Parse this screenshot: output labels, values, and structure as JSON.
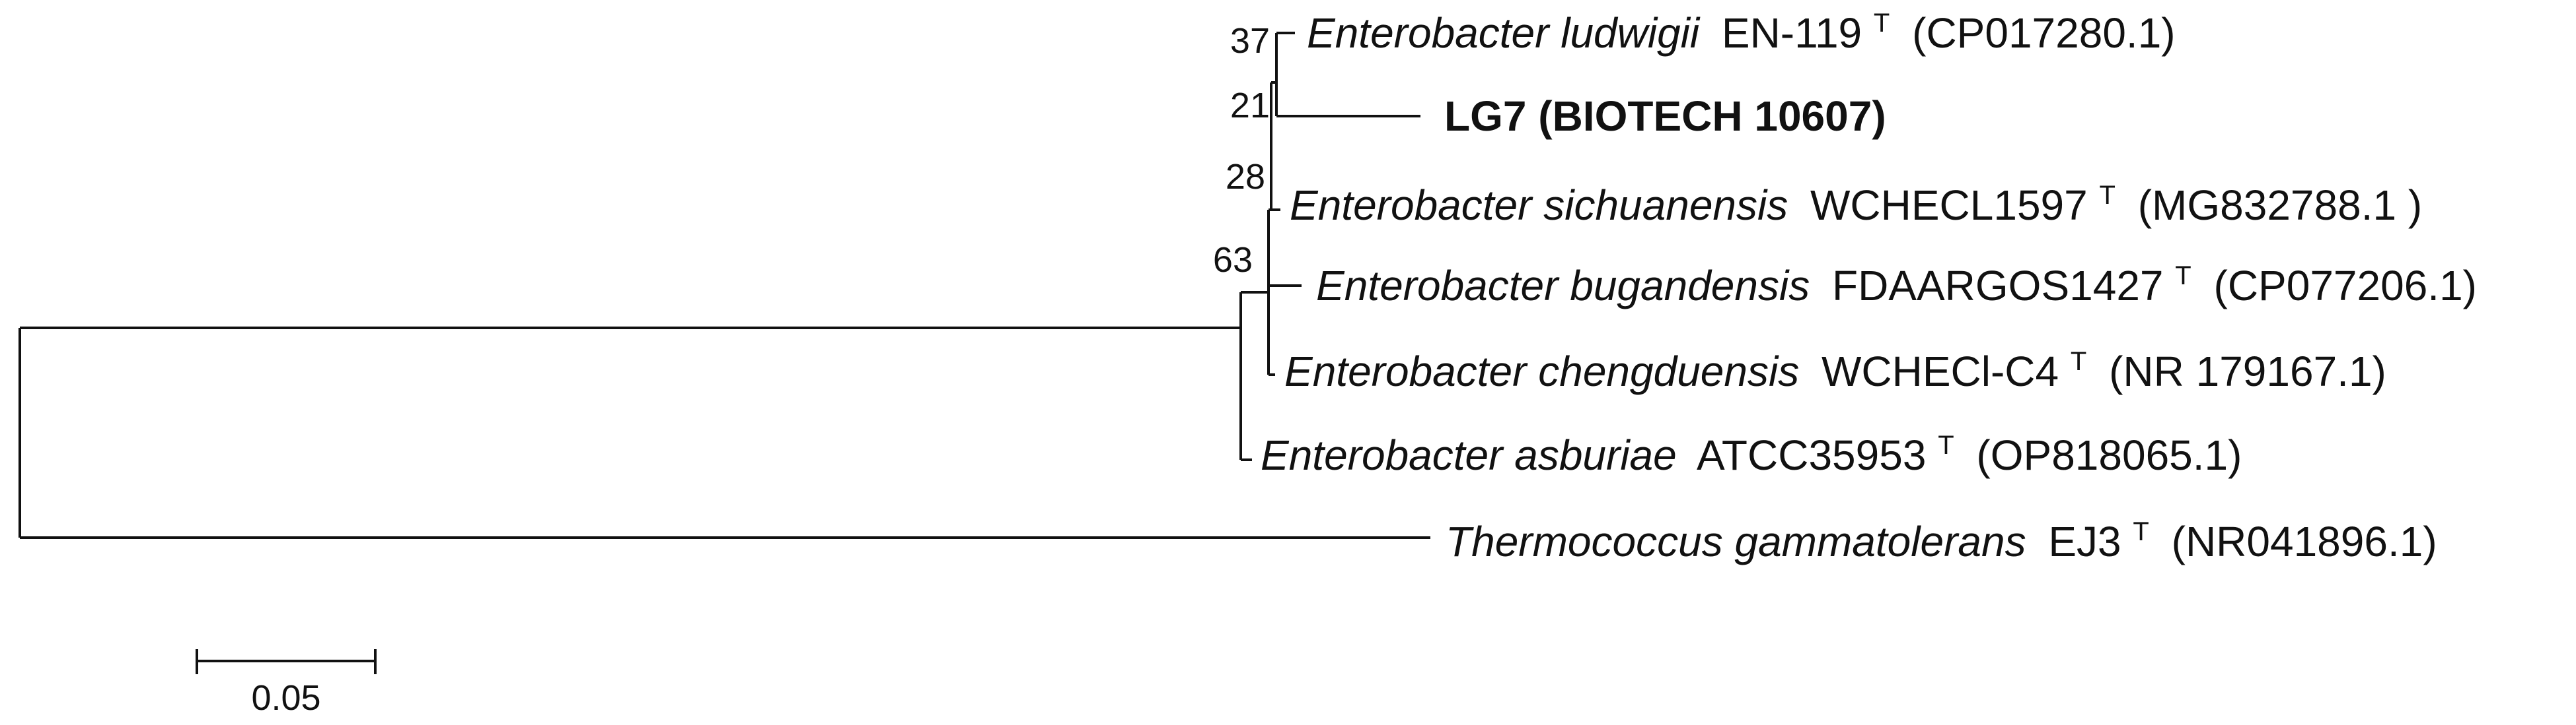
{
  "figure": {
    "tree_type": "phylogenetic tree",
    "taxa": [
      {
        "genus_species": "Enterobacter ludwigii",
        "strain": "EN-119",
        "type_mark": "T",
        "accession": "(CP017280.1)"
      },
      {
        "label": "LG7 (BIOTECH 10607)",
        "bold": true
      },
      {
        "genus_species": "Enterobacter sichuanensis",
        "strain": "WCHECL1597",
        "type_mark": "T",
        "accession": "(MG832788.1 )"
      },
      {
        "genus_species": "Enterobacter bugandensis",
        "strain": "FDAARGOS1427",
        "type_mark": "T",
        "accession": "(CP077206.1)"
      },
      {
        "genus_species": "Enterobacter chengduensis",
        "strain": "WCHECl-C4",
        "type_mark": "T",
        "accession": "(NR 179167.1)"
      },
      {
        "genus_species": "Enterobacter asburiae",
        "strain": "ATCC35953",
        "type_mark": "T",
        "accession": "(OP818065.1)"
      },
      {
        "genus_species": "Thermococcus gammatolerans",
        "strain": "EJ3",
        "type_mark": "T",
        "accession": "(NR041896.1)"
      }
    ],
    "bootstrap": {
      "node_ludwigii": "37",
      "node_lg7": "21",
      "node_sichuanensis": "28",
      "node_enterobacter": "63"
    },
    "scale_bar": {
      "label": "0.05",
      "value": 0.05
    }
  }
}
